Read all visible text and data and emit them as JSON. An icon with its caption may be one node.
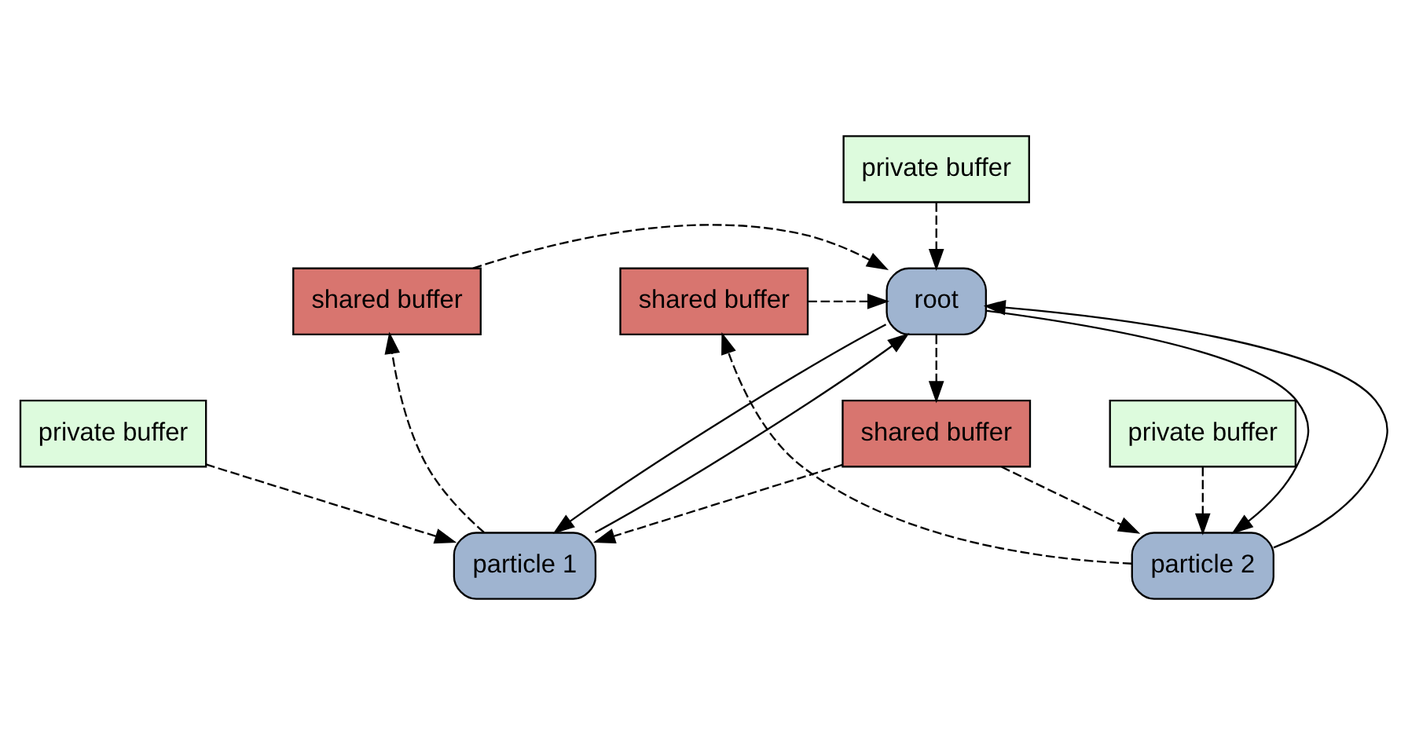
{
  "diagram": {
    "nodes": [
      {
        "text": [
          "private buffer"
        ]
      },
      {
        "text": [
          "root"
        ]
      },
      {
        "text": [
          "shared buffer"
        ]
      },
      {
        "text": [
          "shared buffer"
        ]
      },
      {
        "text": [
          "shared buffer"
        ]
      },
      {
        "text": [
          "particle 1"
        ]
      },
      {
        "text": [
          "particle 2"
        ]
      },
      {
        "text": [
          "private buffer"
        ]
      },
      {
        "text": [
          "private buffer"
        ]
      }
    ],
    "edges": [
      {
        "from": 0,
        "to": 1,
        "arrow": "to",
        "style": "dashed"
      },
      {
        "from": 5,
        "to": 1,
        "arrow": "to"
      },
      {
        "from": 6,
        "to": 1,
        "arrow": "to"
      },
      {
        "from": 2,
        "to": 1,
        "arrow": "to",
        "style": "dashed"
      },
      {
        "from": 4,
        "to": 1,
        "arrow": "to",
        "style": "dashed"
      },
      {
        "from": 1,
        "to": 3,
        "arrow": "to",
        "style": "dashed"
      },
      {
        "from": 1,
        "to": 5,
        "arrow": "to"
      },
      {
        "from": 1,
        "to": 6,
        "arrow": "to"
      },
      {
        "from": 5,
        "to": 2,
        "arrow": "to",
        "style": "dashed"
      },
      {
        "from": 6,
        "to": 4,
        "arrow": "to",
        "style": "dashed"
      },
      {
        "from": 3,
        "to": 5,
        "arrow": "to",
        "style": "dashed"
      },
      {
        "from": 3,
        "to": 6,
        "arrow": "to",
        "style": "dashed"
      },
      {
        "from": 7,
        "to": 5,
        "arrow": "to",
        "style": "dashed"
      },
      {
        "from": 8,
        "to": 6,
        "arrow": "to",
        "style": "dashed"
      }
    ]
  }
}
